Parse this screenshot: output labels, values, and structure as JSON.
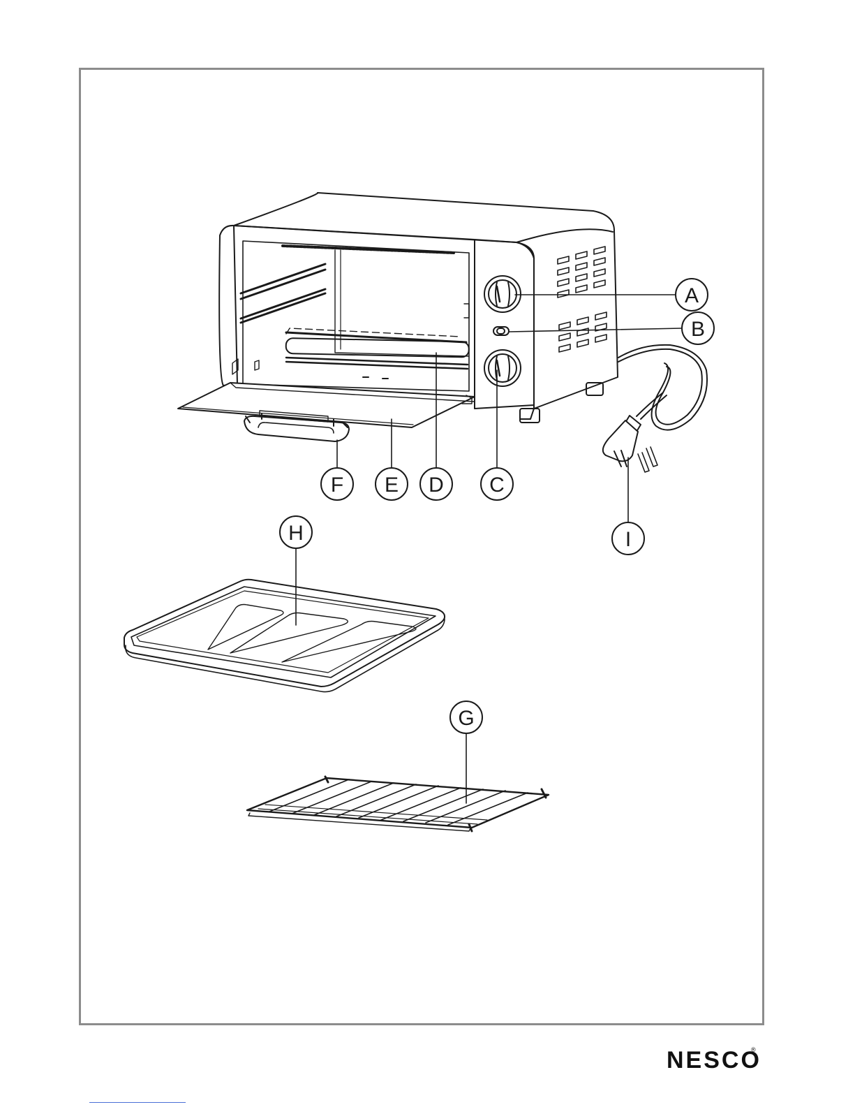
{
  "brand": {
    "logo_text": "NESCO",
    "registered_mark": "®"
  },
  "callouts": [
    {
      "id": "A",
      "label": "A",
      "part": "top-control-knob"
    },
    {
      "id": "B",
      "label": "B",
      "part": "indicator-light"
    },
    {
      "id": "C",
      "label": "C",
      "part": "bottom-control-knob"
    },
    {
      "id": "D",
      "label": "D",
      "part": "heating-element"
    },
    {
      "id": "E",
      "label": "E",
      "part": "glass-door"
    },
    {
      "id": "F",
      "label": "F",
      "part": "door-handle"
    },
    {
      "id": "G",
      "label": "G",
      "part": "wire-rack"
    },
    {
      "id": "H",
      "label": "H",
      "part": "baking-tray"
    },
    {
      "id": "I",
      "label": "I",
      "part": "power-plug"
    }
  ],
  "colors": {
    "frame": "#8c8c8c",
    "line": "#1a1a1a",
    "fill": "#ffffff"
  }
}
